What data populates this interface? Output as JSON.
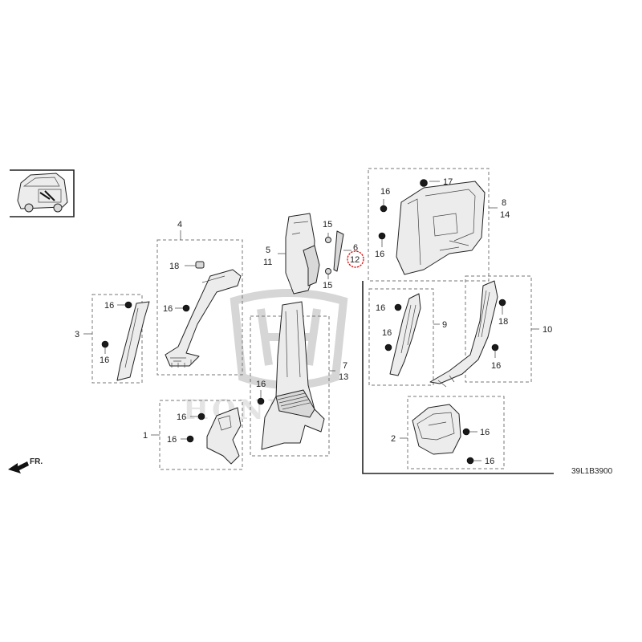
{
  "diagram_code": "39L1B3900",
  "direction_label": "FR.",
  "watermark_text": "HONDA",
  "highlight_color": "#e01010",
  "highlighted_callout": "12",
  "callouts": {
    "c1": "1",
    "c2": "2",
    "c3": "3",
    "c4": "4",
    "c5": "5",
    "c6": "6",
    "c7": "7",
    "c8": "8",
    "c9": "9",
    "c10": "10",
    "c11": "11",
    "c12": "12",
    "c13": "13",
    "c14": "14",
    "c15a": "15",
    "c15b": "15",
    "c16_3a": "16",
    "c16_3b": "16",
    "c16_4": "16",
    "c16_1a": "16",
    "c16_1b": "16",
    "c16_7": "16",
    "c16_8a": "16",
    "c16_8b": "16",
    "c16_9a": "16",
    "c16_9b": "16",
    "c16_10": "16",
    "c16_2a": "16",
    "c16_2b": "16",
    "c17": "17",
    "c18_4": "18",
    "c18_10": "18"
  }
}
